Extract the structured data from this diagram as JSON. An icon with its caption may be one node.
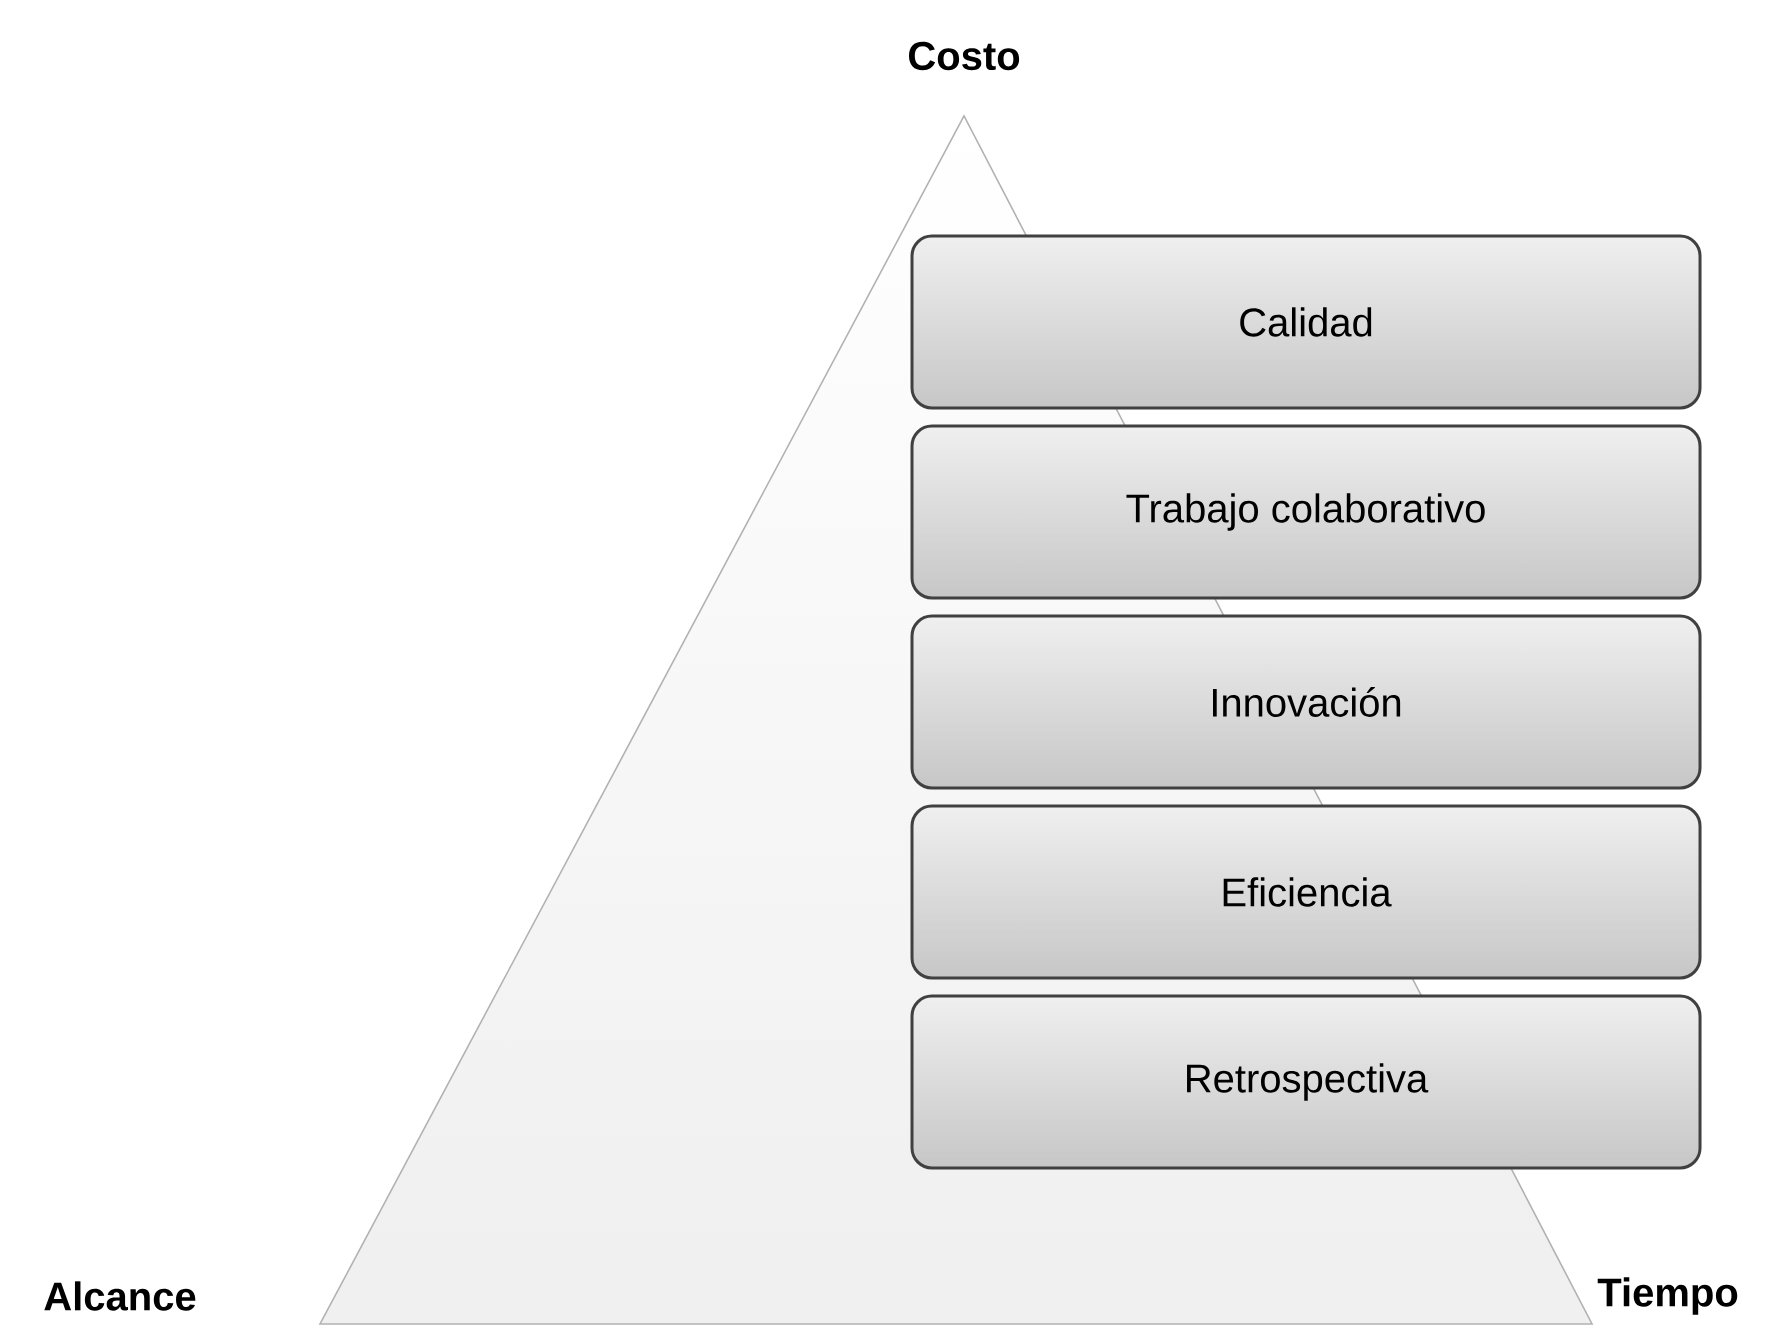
{
  "diagram": {
    "nodes": [
      {
        "text": [
          "Calidad"
        ]
      },
      {
        "text": [
          "Trabajo colaborativo"
        ]
      },
      {
        "text": [
          "Innovación"
        ]
      },
      {
        "text": [
          "Eficiencia"
        ]
      },
      {
        "text": [
          "Retrospectiva"
        ]
      }
    ],
    "labels": [
      "Costo",
      "Alcance",
      "Tiempo"
    ]
  }
}
